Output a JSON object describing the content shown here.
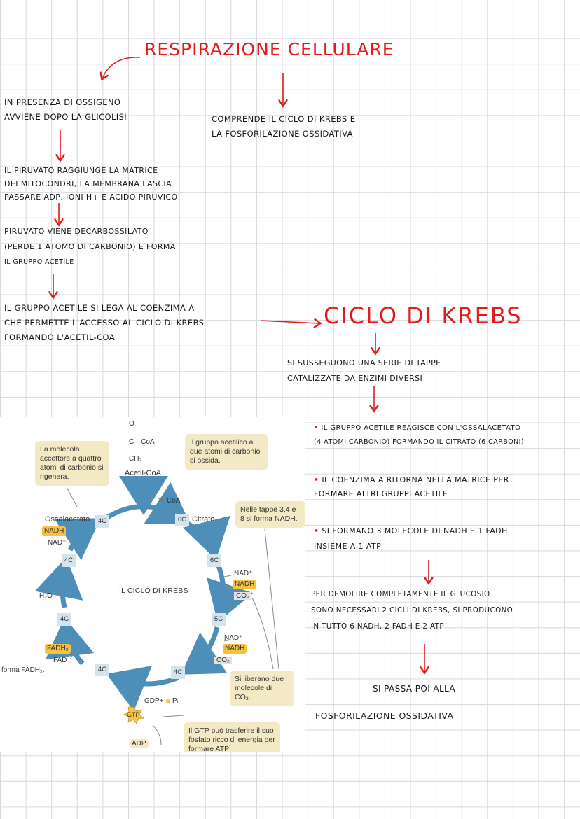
{
  "title": "RESPIRAZIONE CELLULARE",
  "left_note1": [
    "IN PRESENZA DI OSSIGENO",
    "AVVIENE DOPO LA GLICOLISI"
  ],
  "right_note1": [
    "COMPRENDE IL CICLO DI KREBS E",
    "LA FOSFORILAZIONE OSSIDATIVA"
  ],
  "step1": [
    "IL PIRUVATO RAGGIUNGE LA MATRICE",
    "DEI MITOCONDRI, LA MEMBRANA LASCIA",
    "PASSARE ADP, IONI H+ E ACIDO PIRUVICO"
  ],
  "step2": [
    "PIRUVATO VIENE DECARBOSSILATO",
    "(PERDE 1 ATOMO DI CARBONIO) E FORMA",
    "IL GRUPPO ACETILE"
  ],
  "step3": [
    "IL GRUPPO ACETILE SI LEGA AL COENZIMA A",
    "CHE PERMETTE L'ACCESSO AL CICLO DI KREBS",
    "FORMANDO L'ACETIL-COA"
  ],
  "krebs_title": "CICLO DI KREBS",
  "krebs_intro": [
    "SI SUSSEGUONO UNA SERIE DI TAPPE",
    "CATALIZZATE DA ENZIMI DIVERSI"
  ],
  "bullets": [
    [
      "IL GRUPPO ACETILE REAGISCE CON L'OSSALACETATO",
      "(4 ATOMI CARBONIO) FORMANDO IL CITRATO (6 CARBONI)"
    ],
    [
      "IL COENZIMA A RITORNA NELLA MATRICE PER",
      "FORMARE ALTRI GRUPPI ACETILE"
    ],
    [
      "SI FORMANO 3 MOLECOLE DI NADH E 1 FADH",
      "INSIEME A 1 ATP"
    ]
  ],
  "demolish": [
    "PER DEMOLIRE COMPLETAMENTE IL GLUCOSIO",
    "SONO NECESSARI 2 CICLI DI KREBS, SI PRODUCONO",
    "IN TUTTO 6 NADH, 2 FADH E 2 ATP"
  ],
  "next": [
    "SI PASSA POI ALLA",
    "FOSFORILAZIONE OSSIDATIVA"
  ],
  "figure": {
    "callout_tl": "La molecola accettore a quattro atomi di carbonio si rigenera.",
    "callout_tr": "Il gruppo acetilico a due atomi di carbonio si ossida.",
    "callout_r": "Nelle tappe 3,4 e 8 si forma NADH.",
    "callout_br": "Si liberano due molecole di CO₂.",
    "callout_bottom": "Il GTP può trasferire il suo fosfato ricco di energia per formare ATP",
    "formula_o": "O",
    "formula_c": "C—CoA",
    "formula_ch3": "CH₃",
    "acetil": "Acetil-CoA",
    "coa": "CoA",
    "citrato": "Citrato",
    "ossalacetato": "Ossalacetato",
    "center": "IL CICLO DI KREBS",
    "nad": "NAD⁺",
    "nadh": "NADH",
    "co2": "CO₂",
    "h2o": "H₂O",
    "fadh2": "FADH₂",
    "fad": "FAD",
    "forma_fadh": "forma FADH₂.",
    "gdp": "GDP+",
    "pi": "Pᵢ",
    "gtp": "GTP",
    "adp": "ADP",
    "c4": "4C",
    "c5": "5C",
    "c6": "6C"
  }
}
